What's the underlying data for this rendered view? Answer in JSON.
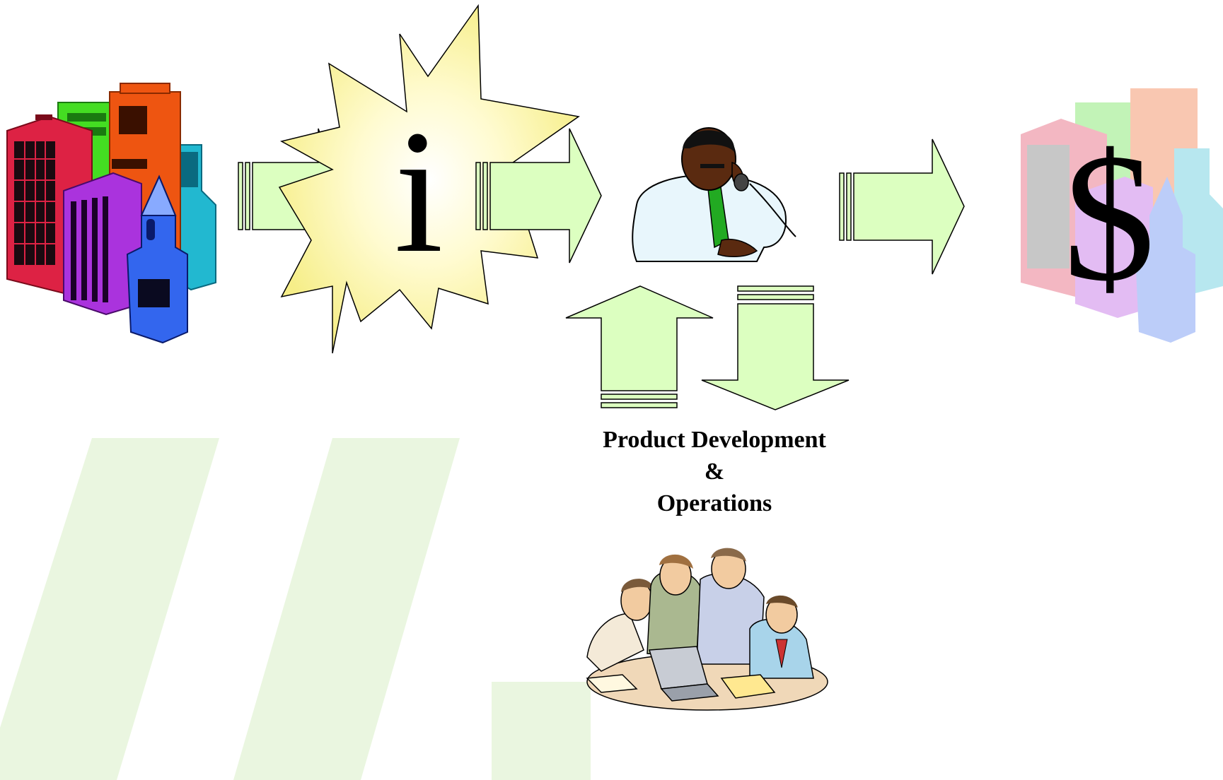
{
  "slide": {
    "caption": {
      "line1": "Product Development",
      "line2": "&",
      "line3": "Operations"
    },
    "info_symbol": "i",
    "money_symbol": "$"
  },
  "icons": {
    "city": "city-buildings-icon",
    "info": "information-burst-icon",
    "businessman": "businessman-on-phone-icon",
    "team": "team-meeting-icon",
    "money": "dollar-city-icon"
  },
  "colors": {
    "arrow_fill": "#dcffc0",
    "burst_fill": "#fff8a0",
    "watermark": "#eaf6e0",
    "tie": "#22aa22"
  }
}
